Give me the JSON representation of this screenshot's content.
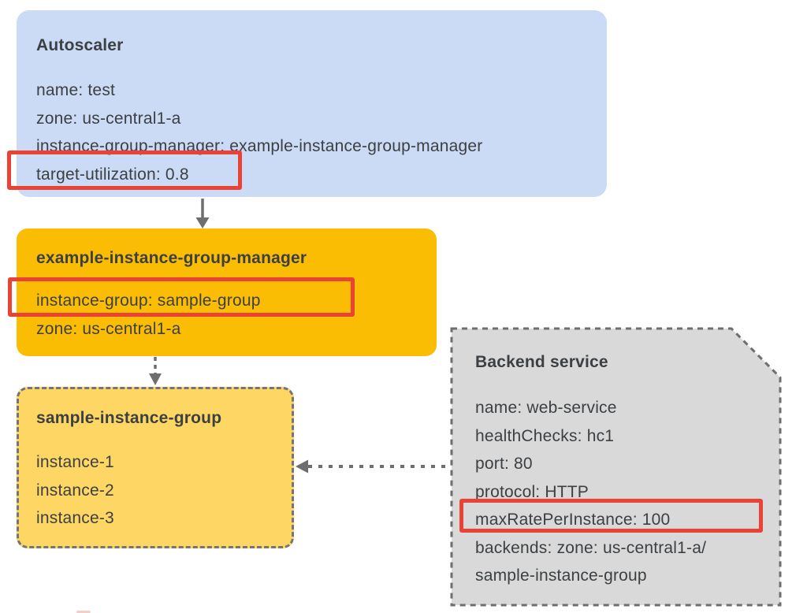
{
  "autoscaler": {
    "title": "Autoscaler",
    "lines": [
      "name: test",
      "zone: us-central1-a",
      "instance-group-manager: example-instance-group-manager",
      "target-utilization: 0.8"
    ]
  },
  "manager": {
    "title": "example-instance-group-manager",
    "lines": [
      "instance-group: sample-group",
      "zone: us-central1-a"
    ]
  },
  "group": {
    "title": "sample-instance-group",
    "lines": [
      "instance-1",
      "instance-2",
      "instance-3"
    ]
  },
  "backend": {
    "title": "Backend service",
    "lines": [
      "name: web-service",
      "healthChecks: hc1",
      "port: 80",
      "protocol: HTTP",
      "maxRatePerInstance: 100",
      "backends: zone: us-central1-a/",
      "sample-instance-group"
    ]
  },
  "colors": {
    "autoscaler_bg": "#cbdaf5",
    "manager_bg": "#fbbc04",
    "group_bg": "#fdd663",
    "backend_bg": "#d9d9d9",
    "highlight": "#ea4335",
    "connector": "#6e6e6e",
    "text": "#3c4043"
  }
}
